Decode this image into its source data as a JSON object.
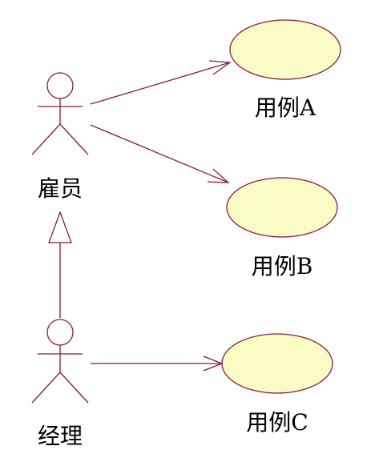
{
  "actors": [
    {
      "id": "employee",
      "label": "雇员"
    },
    {
      "id": "manager",
      "label": "经理"
    }
  ],
  "use_cases": [
    {
      "id": "uc_a",
      "label": "用例A"
    },
    {
      "id": "uc_b",
      "label": "用例B"
    },
    {
      "id": "uc_c",
      "label": "用例C"
    }
  ],
  "relations": [
    {
      "type": "association",
      "from": "employee",
      "to": "uc_a"
    },
    {
      "type": "association",
      "from": "employee",
      "to": "uc_b"
    },
    {
      "type": "association",
      "from": "manager",
      "to": "uc_c"
    },
    {
      "type": "generalization",
      "from": "manager",
      "to": "employee"
    }
  ],
  "colors": {
    "line": "#8b1a3c",
    "use_case_fill": "#fbfbc6",
    "text": "#000000"
  }
}
